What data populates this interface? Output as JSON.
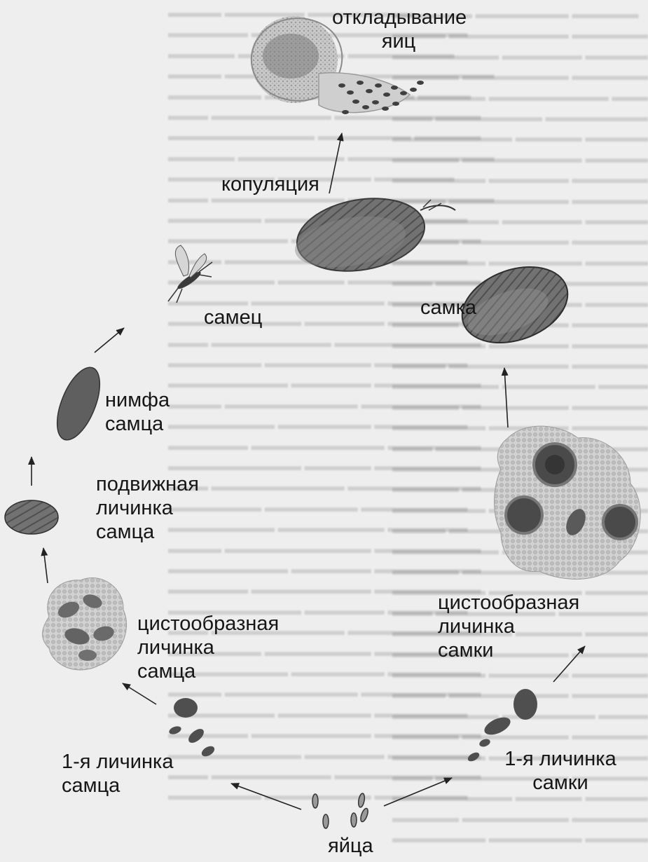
{
  "stages": {
    "egg_laying": {
      "line1": "откладывание",
      "line2": "яиц"
    },
    "copulation": "копуляция",
    "male": "самец",
    "female": "самка",
    "male_nymph": {
      "line1": "нимфа",
      "line2": "самца"
    },
    "male_mobile_larva": {
      "line1": "подвижная",
      "line2": "личинка",
      "line3": "самца"
    },
    "male_cyst_larva": {
      "line1": "цистообразная",
      "line2": "личинка",
      "line3": "самца"
    },
    "female_cyst_larva": {
      "line1": "цистообразная",
      "line2": "личинка",
      "line3": "самки"
    },
    "male_first_larva": {
      "line1": "1-я личинка",
      "line2": "самца"
    },
    "female_first_larva": {
      "line1": "1-я личинка",
      "line2": "самки"
    },
    "eggs": "яйца"
  },
  "colors": {
    "background": "#eeeeee",
    "label_text": "#161616",
    "insect_fill": "#6b6b6b",
    "cyst_fill": "#c9c9c9",
    "arrow": "#222222"
  }
}
